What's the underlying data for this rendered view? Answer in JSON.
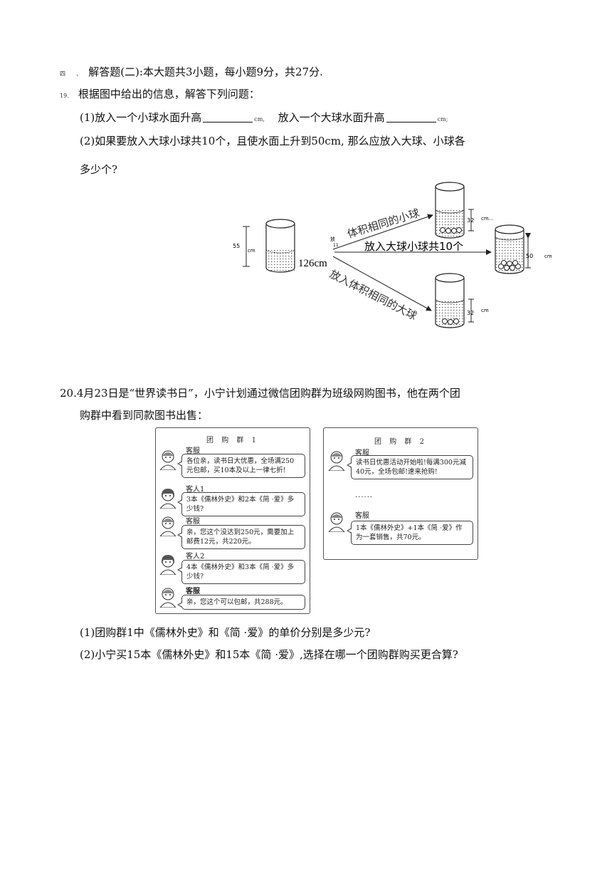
{
  "section": {
    "prefix": "四",
    "sep": "、",
    "title": "解答题(二):本大题共3小题，每小题9分，共27分."
  },
  "q19": {
    "num": "19.",
    "text": "根据图中给出的信息，解答下列问题：",
    "p1a": "(1)放入一个小球水面升高",
    "unit1": "cm,",
    "p1b": "放入一个大球水面升高",
    "unit2": "cm;",
    "p2a": "(2)如果要放入大球小球共10个，且使水面上升到50cm, 那么应放入大球、小球各",
    "p2b": "多少个?",
    "figure": {
      "left_height": "55",
      "left_unit": "cm",
      "base": "126cm",
      "small_frag": "放",
      "small_frag2": "11",
      "arrow_top": "体积相同的小球",
      "arrow_mid": "放入大球小球共10个",
      "arrow_bot": "放入体积相同的大球",
      "top_h": "32",
      "top_unit": "cm...",
      "right_h": "50",
      "right_unit": "cm",
      "bot_h": "32",
      "bot_unit": "cm"
    }
  },
  "q20": {
    "line1": "20.4月23日是“世界读书日”，小宁计划通过微信团购群为班级网购图书，他在两个团",
    "line2": "购群中看到同款图书出售：",
    "group1": {
      "title": "团 购 群 1",
      "msgs": [
        {
          "name": "客服",
          "text": "各位亲，读书日大优惠，全场满250元包邮，买10本及以上一律七折!"
        },
        {
          "name": "客人1",
          "text": "3本《儒林外史》和2本《简 ·爱》多少钱?"
        },
        {
          "name": "客服",
          "text": "亲，您这个没达到250元，需要加上邮费12元，共220元。"
        },
        {
          "name": "客人2",
          "text": "4本《儒林外史》和3本《简 ·爱》多少钱?"
        },
        {
          "name": "客服",
          "text": "亲，您这个可以包邮，共288元。"
        }
      ]
    },
    "group2": {
      "title": "团 购 群 2",
      "msg1_name": "客服",
      "msg1_text": "读书日优惠活动开始啦!每满300元减40元，全场包邮!速来抢购!",
      "dots": "······",
      "msg2_name": "客服",
      "msg2_text": "1本《儒林外史》+1本《简 ·爱》作为一套销售，共70元。"
    },
    "s1": "(1)团购群1中《儒林外史》和《简 ·爱》的单价分别是多少元?",
    "s2": "(2)小宁买15本《儒林外史》和15本《简 ·爱》,选择在哪一个团购群购买更合算?"
  }
}
